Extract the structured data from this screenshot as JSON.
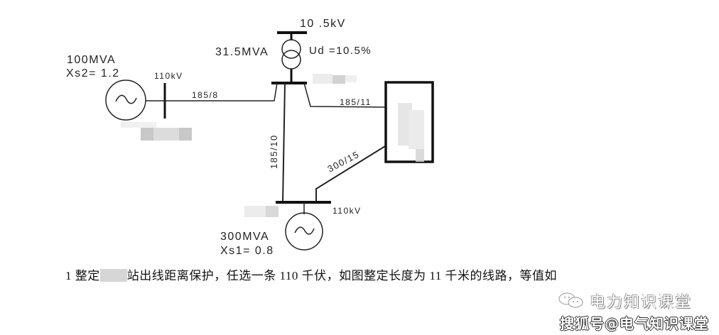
{
  "diagram": {
    "transformer": {
      "lv_voltage": "10 .5kV",
      "rating": "31.5MVA",
      "impedance": "Ud =10.5%"
    },
    "source_left": {
      "rating": "100MVA",
      "reactance": "Xs2= 1.2",
      "bus_voltage": "110kV"
    },
    "source_bottom": {
      "rating": "300MVA",
      "reactance": "Xs1= 0.8",
      "bus_voltage": "110kV"
    },
    "lines": [
      {
        "id": "left-to-top",
        "label": "185/8"
      },
      {
        "id": "top-to-right",
        "label": "185/11"
      },
      {
        "id": "top-to-bottom",
        "label": "185/10"
      },
      {
        "id": "right-to-bottom",
        "label": "300/15"
      }
    ],
    "icons": {
      "generator": "ac-source-tilde",
      "transformer": "two-winding-transformer",
      "substation": "substation-box"
    }
  },
  "caption": {
    "prefix": "1 整定",
    "suffix": "站出线距离保护，任选一条 110 千伏，如图整定长度为 11 千米的线路，等值如"
  },
  "watermark": {
    "line1": "电力知识课堂",
    "line2": "搜狐号@电气知识课堂"
  }
}
